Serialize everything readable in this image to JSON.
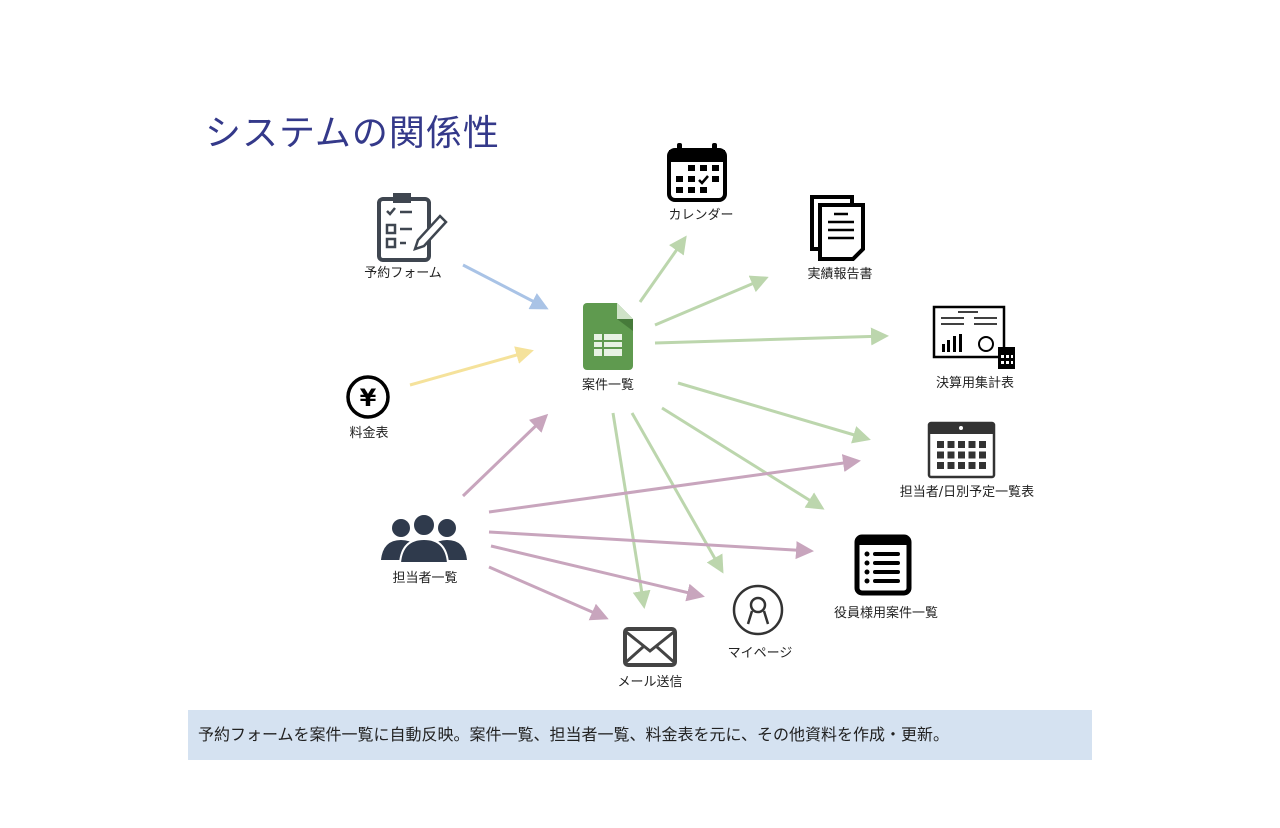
{
  "title": "システムの関係性",
  "nodes": {
    "form": "予約フォーム",
    "fee": "料金表",
    "cases": "案件一覧",
    "staff": "担当者一覧",
    "calendar": "カレンダー",
    "report": "実績報告書",
    "settlement": "決算用集計表",
    "schedule": "担当者/日別予定一覧表",
    "exec_cases": "役員様用案件一覧",
    "mypage": "マイページ",
    "mail": "メール送信"
  },
  "colors": {
    "title": "#34398a",
    "form_arrow": "#a9c3e6",
    "fee_arrow": "#f5e29b",
    "cases_arrow": "#bcd6ad",
    "staff_arrow": "#c8a5bd",
    "sheet_green": "#5f9a4f",
    "summary_bg": "#d5e2f1"
  },
  "summary": "予約フォームを案件一覧に自動反映。案件一覧、担当者一覧、料金表を元に、その他資料を作成・更新。"
}
